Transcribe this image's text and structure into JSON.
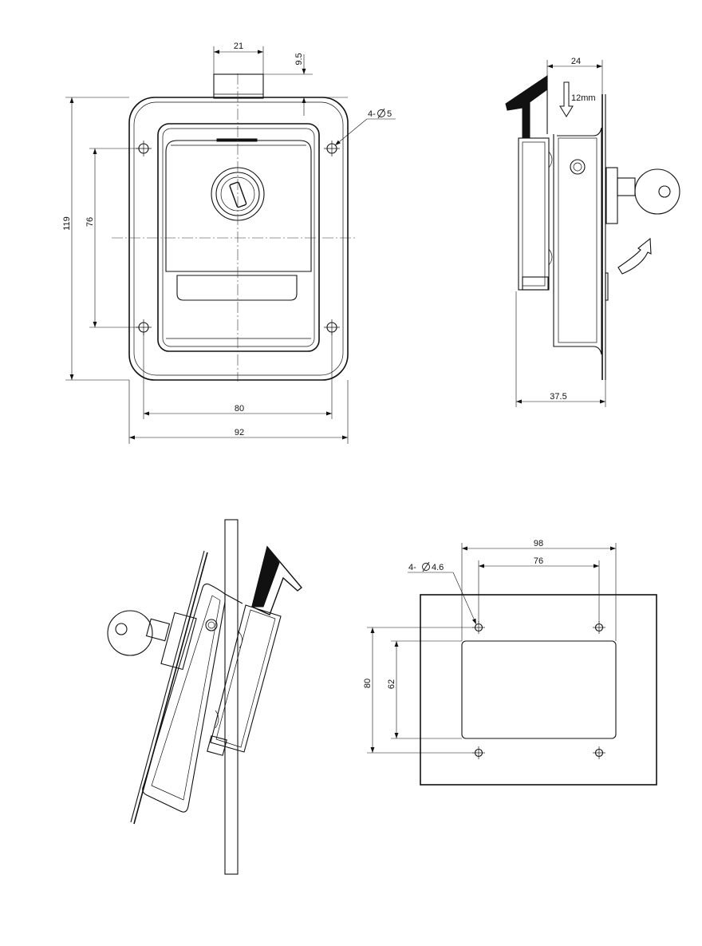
{
  "front_view": {
    "dim_width_top": "21",
    "dim_height_top": "9.5",
    "dim_holes": "4-",
    "dim_hole_size": "5",
    "dim_overall_height": "119",
    "dim_hole_vertical": "76",
    "dim_hole_horizontal": "80",
    "dim_overall_width": "92"
  },
  "side_view": {
    "dim_depth_top": "24",
    "dim_travel": "12mm",
    "dim_depth_bottom": "37.5"
  },
  "cutout_view": {
    "dim_outer_holes": "98",
    "dim_inner_holes": "76",
    "dim_holes": "4-",
    "dim_hole_size": "4.6",
    "dim_height": "80",
    "dim_cutout_height": "62"
  },
  "colors": {
    "line": "#111111",
    "background": "#ffffff"
  }
}
